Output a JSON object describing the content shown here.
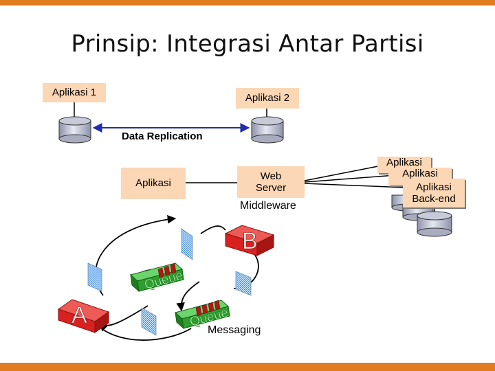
{
  "colors": {
    "accent_bar": "#e07b1f",
    "box_fill": "#fbd7b5",
    "arrow_blue": "#1f2fa8",
    "queue_green": "#2e9e2e",
    "node_red": "#d9211f"
  },
  "slide": {
    "title": "Prinsip: Integrasi Antar Partisi"
  },
  "replication": {
    "app1_label": "Aplikasi 1",
    "app2_label": "Aplikasi 2",
    "link_label": "Data Replication"
  },
  "middleware": {
    "app_label": "Aplikasi",
    "server_line1": "Web",
    "server_line2": "Server",
    "caption": "Middleware",
    "backend_back": "Aplikasi",
    "backend_mid": "Aplikasi",
    "backend_front_line1": "Aplikasi",
    "backend_front_line2": "Back-end"
  },
  "messaging": {
    "node_a": "A",
    "node_b": "B",
    "queue_upper": "Queue",
    "queue_lower": "Queue",
    "caption": "Messaging"
  }
}
